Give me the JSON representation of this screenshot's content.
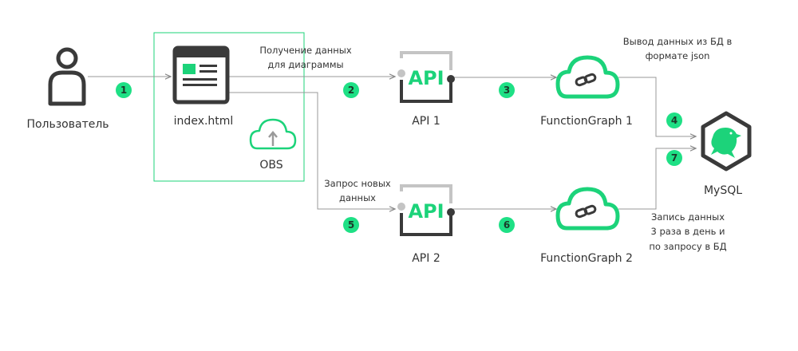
{
  "colors": {
    "accent": "#1cd37a",
    "badge": "#1ee085",
    "dark": "#3a3a3a",
    "gray": "#c4c4c4",
    "line": "#999999"
  },
  "nodes": {
    "user": {
      "label": "Пользователь",
      "icon": "user-icon"
    },
    "index": {
      "label": "index.html",
      "icon": "webpage-icon"
    },
    "obs": {
      "label": "OBS",
      "icon": "cloud-upload-icon"
    },
    "api1": {
      "label": "API 1",
      "icon_text": "API"
    },
    "api2": {
      "label": "API 2",
      "icon_text": "API"
    },
    "fg1": {
      "label": "FunctionGraph 1",
      "icon": "cloud-link-icon"
    },
    "fg2": {
      "label": "FunctionGraph 2",
      "icon": "cloud-link-icon"
    },
    "mysql": {
      "label": "MySQL",
      "icon": "mysql-dolphin-icon"
    }
  },
  "annotations": {
    "get_data": [
      "Получение данных",
      "для диаграммы"
    ],
    "request_new": [
      "Запрос новых",
      "данных"
    ],
    "output_json": [
      "Вывод данных из БД в",
      "формате json"
    ],
    "write_data": [
      "Запись данных",
      "3 раза в день и",
      "по запросу в БД"
    ]
  },
  "steps": [
    "1",
    "2",
    "3",
    "4",
    "5",
    "6",
    "7"
  ]
}
